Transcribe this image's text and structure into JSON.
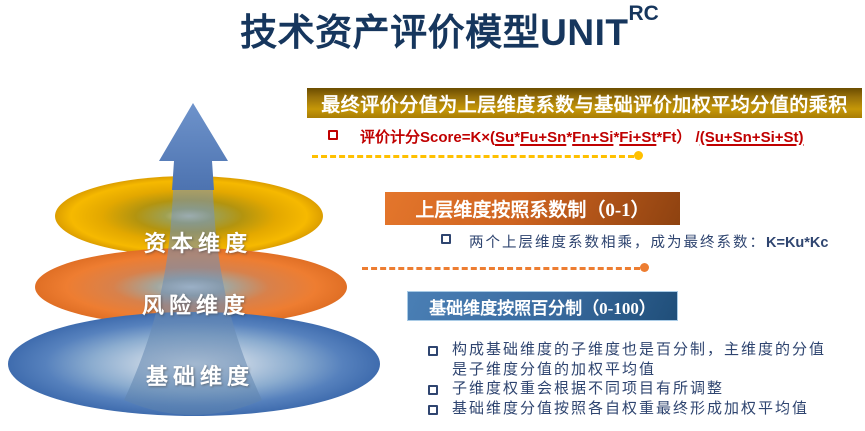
{
  "title": {
    "text": "技术资产评价模型UNIT",
    "superscript": "RC"
  },
  "pyramid": {
    "levels": [
      {
        "label": "资本维度",
        "color": "#F0AC00"
      },
      {
        "label": "风险维度",
        "color": "#ED7D31"
      },
      {
        "label": "基础维度",
        "color": "#4472C4"
      }
    ]
  },
  "boxes": {
    "final": {
      "header": "最终评价分值为上层维度系数与基础评价加权平均分值的乘积",
      "formula": {
        "segments": [
          {
            "text": "评价计分Score=K×(",
            "underline": false
          },
          {
            "text": "Su",
            "underline": true
          },
          {
            "text": "*",
            "underline": false
          },
          {
            "text": "Fu+Sn",
            "underline": true
          },
          {
            "text": "*",
            "underline": false
          },
          {
            "text": "Fn+Si",
            "underline": true
          },
          {
            "text": "*",
            "underline": false
          },
          {
            "text": "Fi+St",
            "underline": true
          },
          {
            "text": "*Ft）",
            "underline": false
          },
          {
            "text": " /",
            "underline": false
          },
          {
            "text": "(Su+Sn+Si+St)",
            "underline": true
          }
        ]
      }
    },
    "upper": {
      "header": "上层维度按照系数制（0-1）",
      "bullet_text": "两个上层维度系数相乘，成为最终系数：",
      "bullet_code": "K=Ku*Kc"
    },
    "base": {
      "header": "基础维度按照百分制（0-100）",
      "bullets": [
        "构成基础维度的子维度也是百分制，主维度的分值是子维度分值的加权平均值",
        "子维度权重会根据不同项目有所调整",
        "基础维度分值按照各自权重最终形成加权平均值"
      ]
    }
  },
  "colors": {
    "title_navy": "#16365D",
    "body_navy": "#2F4570",
    "formula_red": "#C00000",
    "gold_accent": "#FFC000",
    "orange_accent": "#ED7D31",
    "blue_accent": "#41A0D8"
  }
}
